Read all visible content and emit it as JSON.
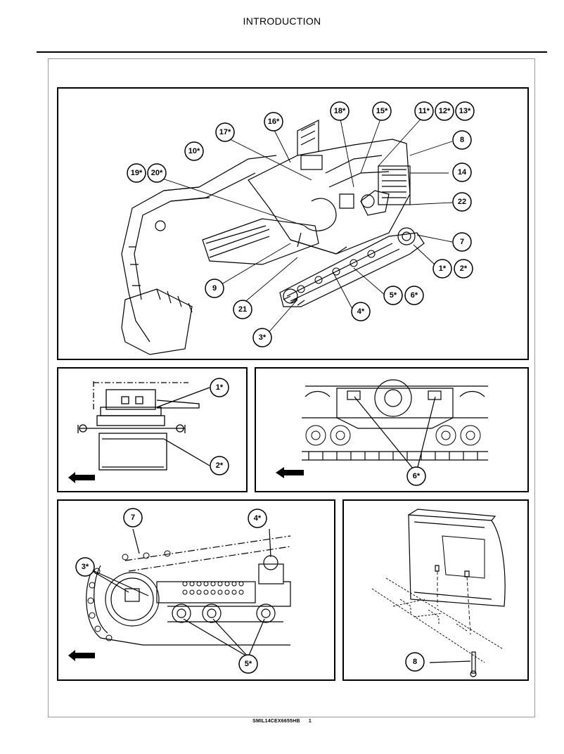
{
  "header": {
    "title": "INTRODUCTION"
  },
  "footer": {
    "doc_code": "SMIL14CEX6655HB",
    "page_number": "1"
  },
  "figures": {
    "main": {
      "callouts": [
        "18*",
        "15*",
        "11*",
        "12*",
        "13*",
        "16*",
        "17*",
        "8",
        "10*",
        "14",
        "19*",
        "20*",
        "22",
        "7",
        "1*",
        "2*",
        "9",
        "5*",
        "6*",
        "21",
        "4*",
        "3*"
      ]
    },
    "final_drive": {
      "callouts": [
        "1*",
        "2*"
      ]
    },
    "track_guard": {
      "callouts": [
        "6*"
      ]
    },
    "undercarriage": {
      "callouts": [
        "7",
        "4*",
        "3*",
        "5*"
      ]
    },
    "counterweight": {
      "callouts": [
        "8"
      ]
    }
  }
}
